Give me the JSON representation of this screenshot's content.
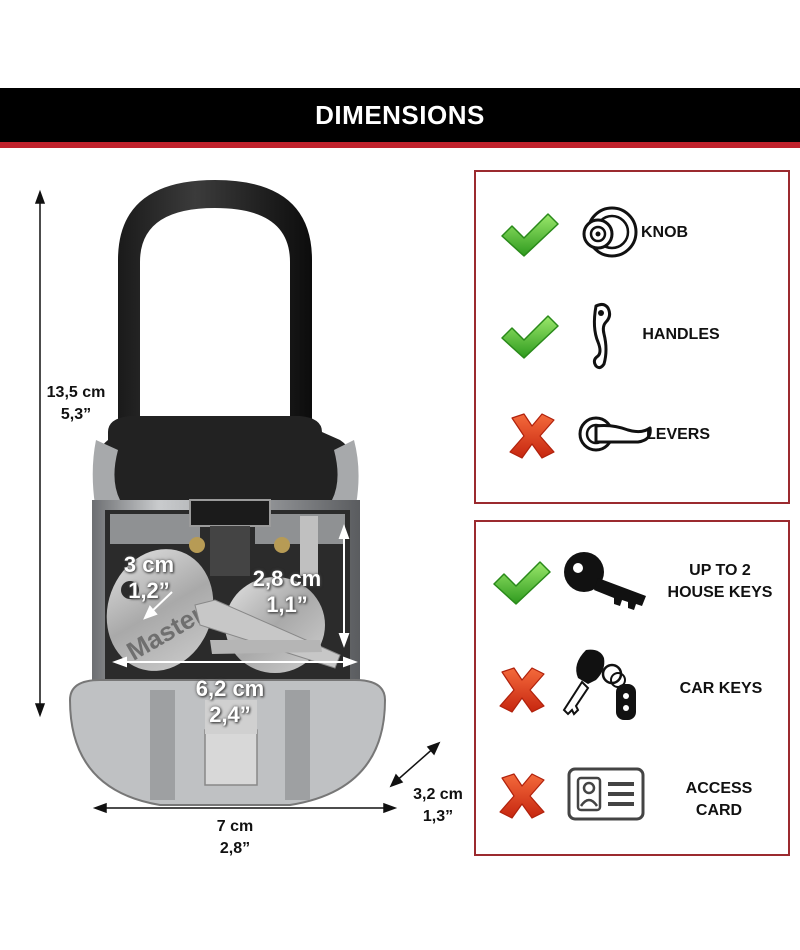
{
  "header": {
    "title": "DIMENSIONS"
  },
  "dimensions": {
    "height": {
      "cm": "13,5 cm",
      "in": "5,3”"
    },
    "width": {
      "cm": "7 cm",
      "in": "2,8”"
    },
    "depth": {
      "cm": "3,2 cm",
      "in": "1,3”"
    },
    "inner_depth": {
      "cm": "3 cm",
      "in": "1,2”"
    },
    "inner_height": {
      "cm": "2,8 cm",
      "in": "1,1”"
    },
    "inner_width": {
      "cm": "6,2 cm",
      "in": "2,4”"
    }
  },
  "photo": {
    "key_brand": "Master"
  },
  "compatibility": {
    "door_types": [
      {
        "label": "KNOB",
        "compatible": true,
        "icon": "door-knob-icon"
      },
      {
        "label": "HANDLES",
        "compatible": true,
        "icon": "door-handle-icon"
      },
      {
        "label": "LEVERS",
        "compatible": false,
        "icon": "door-lever-icon"
      }
    ],
    "contents": [
      {
        "line1": "UP TO 2",
        "line2": "HOUSE KEYS",
        "compatible": true,
        "icon": "house-key-icon"
      },
      {
        "line1": "CAR KEYS",
        "line2": "",
        "compatible": false,
        "icon": "car-key-icon"
      },
      {
        "line1": "ACCESS",
        "line2": "CARD",
        "compatible": false,
        "icon": "access-card-icon"
      }
    ]
  },
  "colors": {
    "check": "#3fae2a",
    "cross": "#e03a1e",
    "panel_border": "#9b2a2f",
    "stripe": "#c0212b"
  }
}
